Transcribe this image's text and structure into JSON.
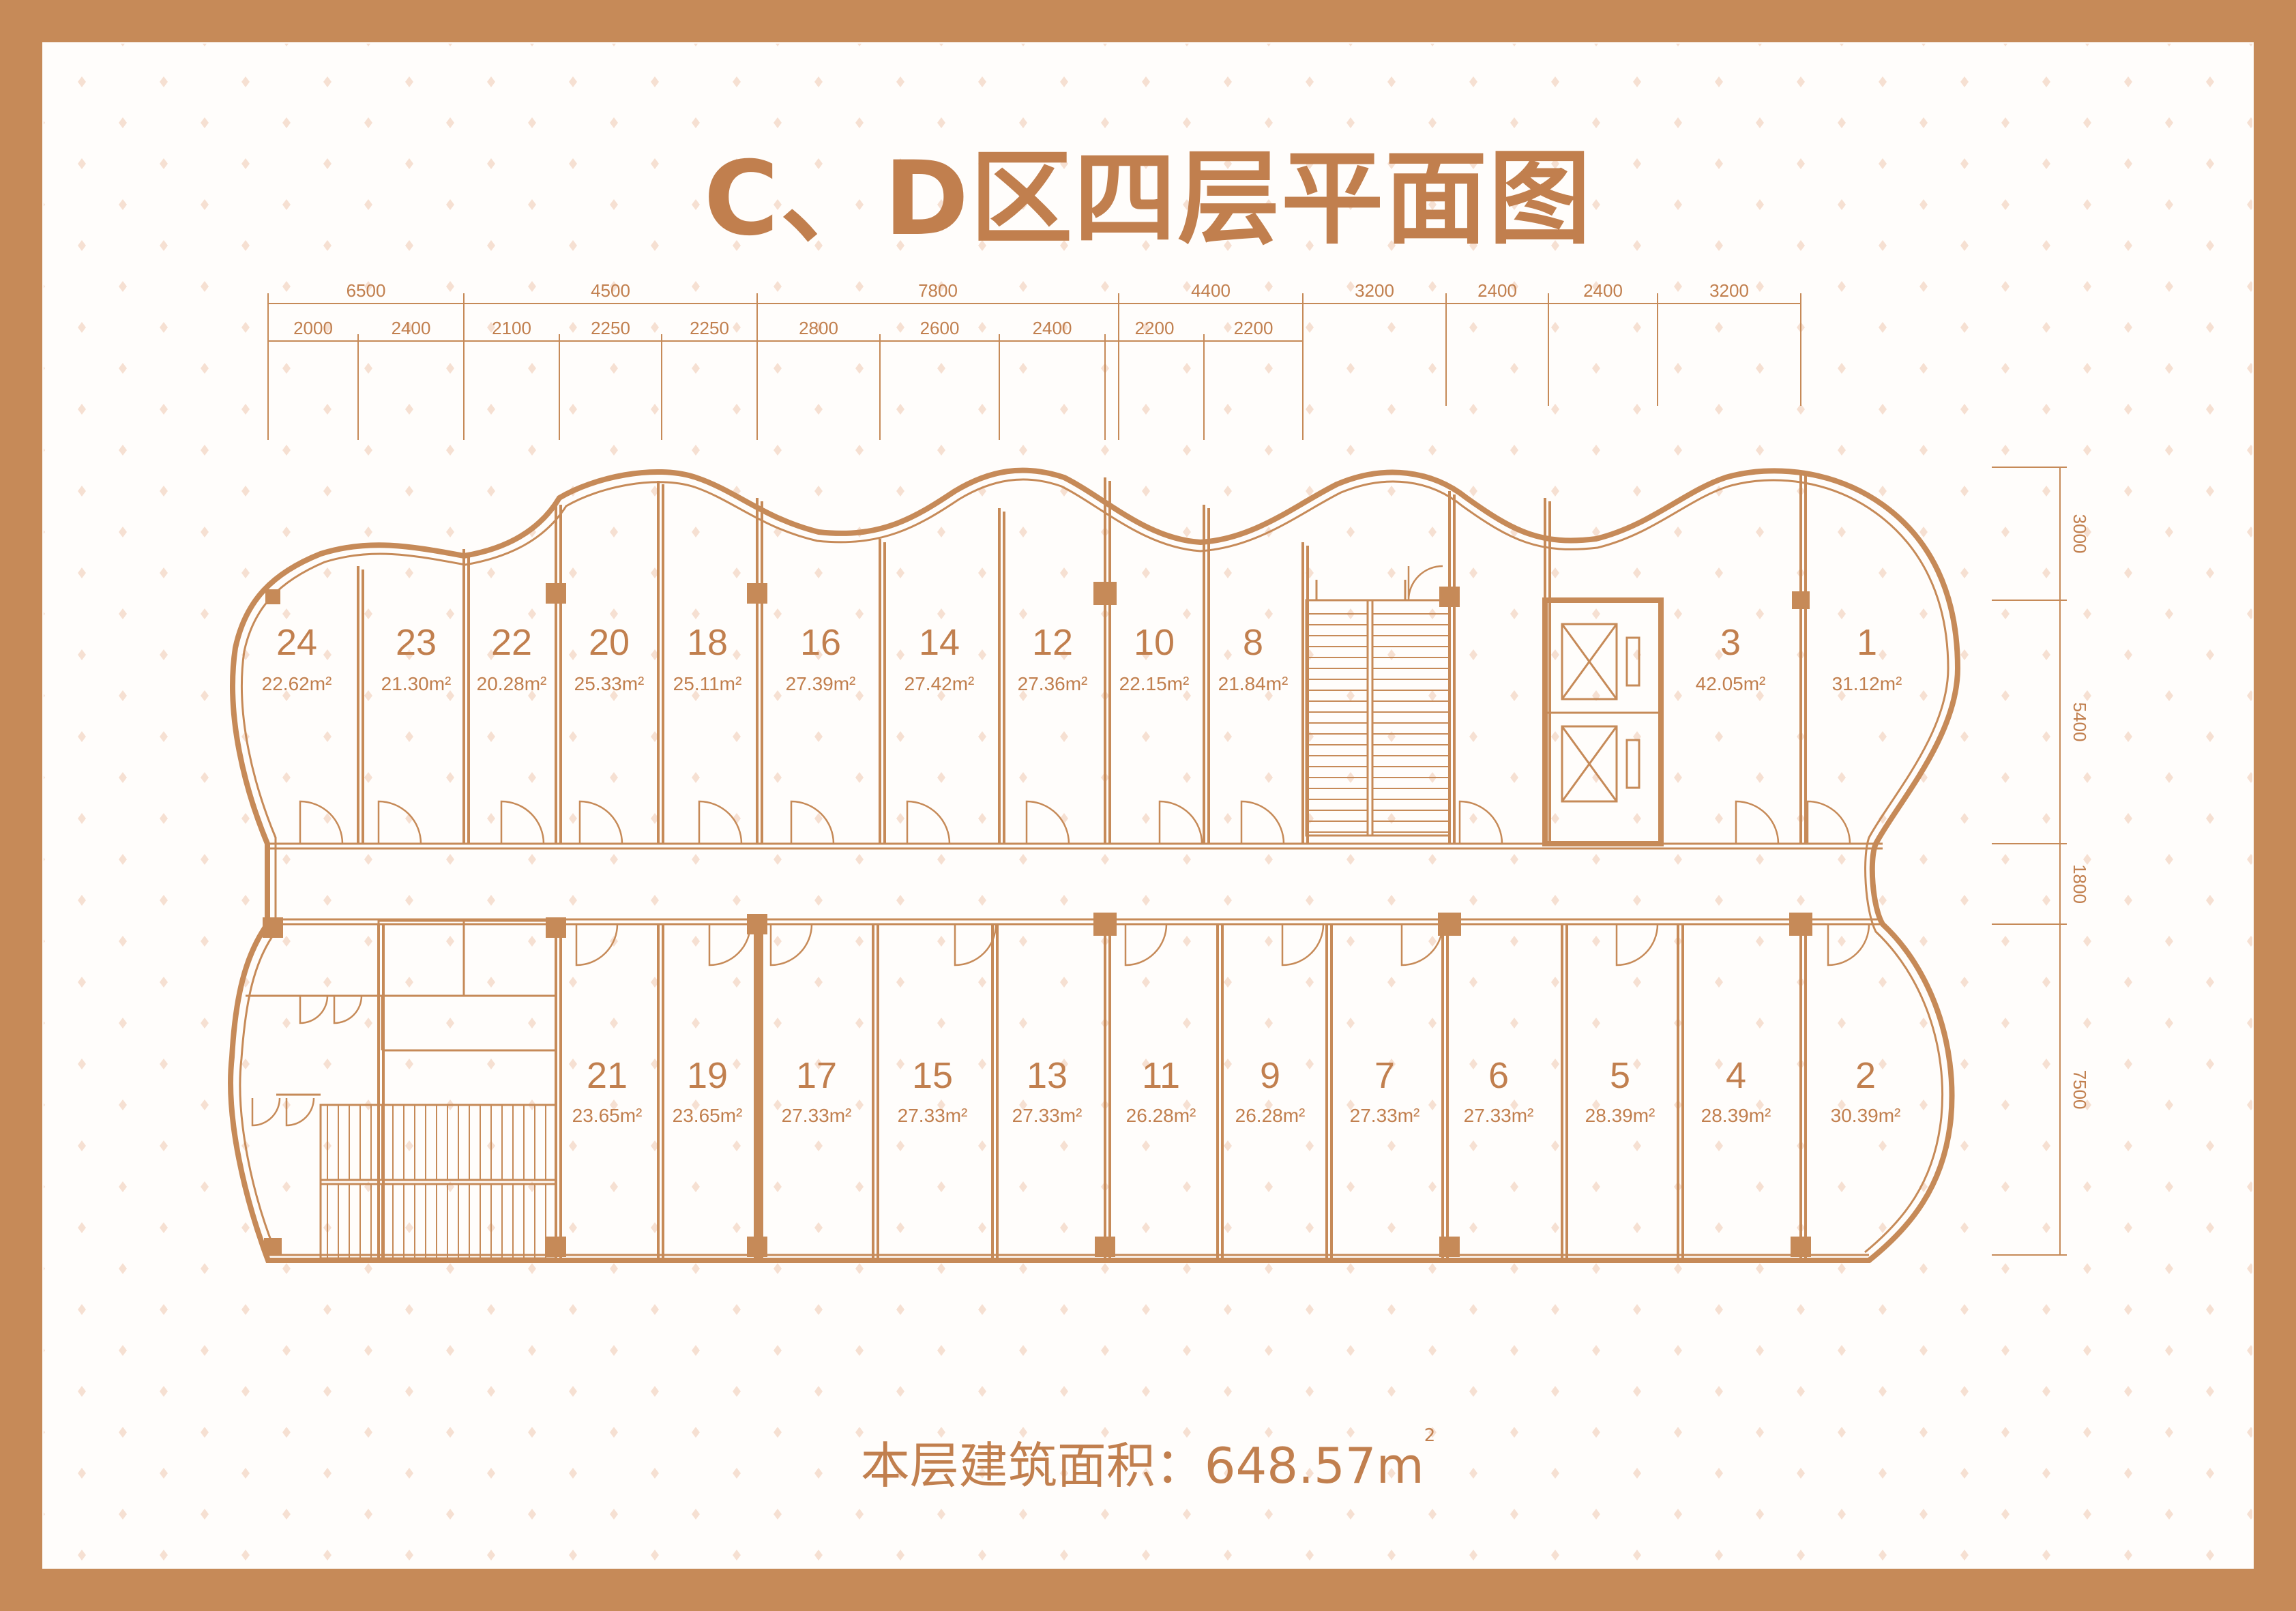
{
  "title": "C、D区四层平面图",
  "total_label": "本层建筑面积：648.57m",
  "total_sup": "2",
  "colors": {
    "accent": "#c17f4e",
    "frame": "#c68a58",
    "wall": "#c68a58",
    "background": "#fffdfb"
  },
  "dimensions": {
    "top_outer": [
      "6500",
      "4500",
      "7800",
      "4400",
      "3200",
      "2400",
      "2400",
      "3200"
    ],
    "top_inner": [
      "2000",
      "2400",
      "2100",
      "2250",
      "2250",
      "2800",
      "2600",
      "2400",
      "2200",
      "2200"
    ],
    "right": [
      "3000",
      "5400",
      "1800",
      "7500"
    ]
  },
  "rooms_top": [
    {
      "num": "24",
      "area": "22.62m²"
    },
    {
      "num": "23",
      "area": "21.30m²"
    },
    {
      "num": "22",
      "area": "20.28m²"
    },
    {
      "num": "20",
      "area": "25.33m²"
    },
    {
      "num": "18",
      "area": "25.11m²"
    },
    {
      "num": "16",
      "area": "27.39m²"
    },
    {
      "num": "14",
      "area": "27.42m²"
    },
    {
      "num": "12",
      "area": "27.36m²"
    },
    {
      "num": "10",
      "area": "22.15m²"
    },
    {
      "num": "8",
      "area": "21.84m²"
    },
    {
      "num": "3",
      "area": "42.05m²"
    },
    {
      "num": "1",
      "area": "31.12m²"
    }
  ],
  "rooms_bottom": [
    {
      "num": "21",
      "area": "23.65m²"
    },
    {
      "num": "19",
      "area": "23.65m²"
    },
    {
      "num": "17",
      "area": "27.33m²"
    },
    {
      "num": "15",
      "area": "27.33m²"
    },
    {
      "num": "13",
      "area": "27.33m²"
    },
    {
      "num": "11",
      "area": "26.28m²"
    },
    {
      "num": "9",
      "area": "26.28m²"
    },
    {
      "num": "7",
      "area": "27.33m²"
    },
    {
      "num": "6",
      "area": "27.33m²"
    },
    {
      "num": "5",
      "area": "28.39m²"
    },
    {
      "num": "4",
      "area": "28.39m²"
    },
    {
      "num": "2",
      "area": "30.39m²"
    }
  ]
}
